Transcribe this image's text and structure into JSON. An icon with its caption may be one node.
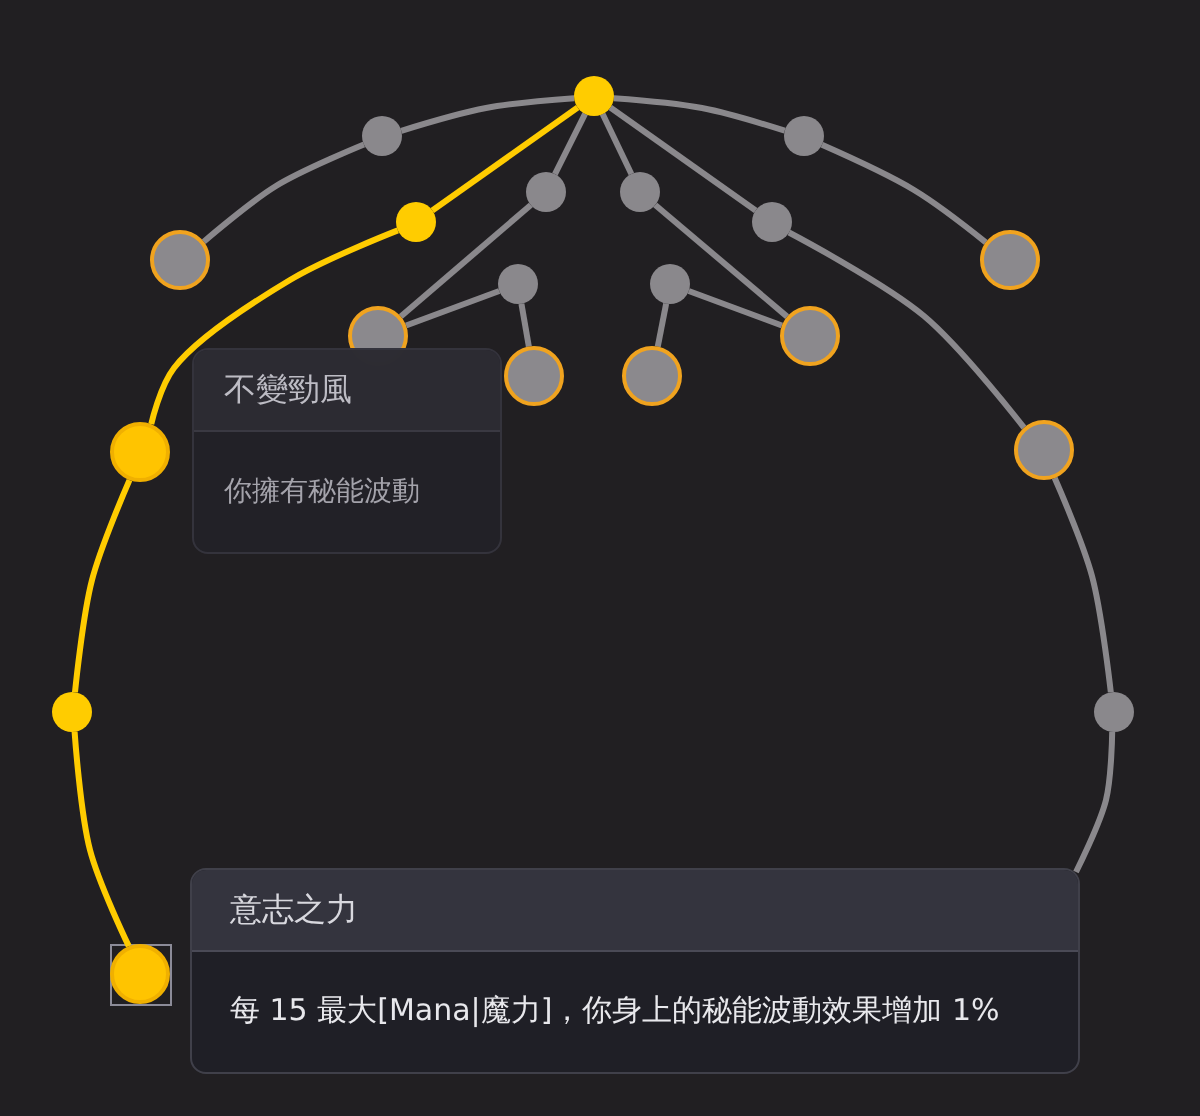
{
  "diagram": {
    "nodes": [
      {
        "text": [],
        "shape": "circle"
      },
      {
        "text": [],
        "shape": "circle"
      },
      {
        "text": [],
        "shape": "circle"
      },
      {
        "text": [],
        "shape": "circle"
      },
      {
        "text": [],
        "shape": "circle"
      },
      {
        "text": [],
        "shape": "circle"
      },
      {
        "text": [],
        "shape": "circle"
      },
      {
        "text": [],
        "shape": "circle"
      },
      {
        "text": [],
        "shape": "circle"
      },
      {
        "text": [],
        "shape": "circle"
      },
      {
        "text": [],
        "shape": "circle"
      },
      {
        "text": [],
        "shape": "circle"
      },
      {
        "text": [],
        "shape": "circle"
      },
      {
        "text": [
          "不變勁風",
          "你擁有秘能波動"
        ]
      },
      {
        "text": [],
        "shape": "circle"
      },
      {
        "text": [],
        "shape": "circle"
      },
      {
        "text": [],
        "shape": "circle"
      },
      {
        "text": [],
        "shape": "circle"
      },
      {
        "text": [],
        "shape": "circle"
      },
      {
        "text": [],
        "shape": "circle"
      },
      {
        "text": [
          "意志之力",
          "每 15 最大[Mana|魔力]，你身上的秘能波動效果增加 1%"
        ]
      },
      {
        "text": [],
        "shape": "circle"
      }
    ],
    "edges": [
      {
        "from": 0,
        "to": 1,
        "arrow": "none"
      },
      {
        "from": 1,
        "to": 7,
        "arrow": "none"
      },
      {
        "from": 0,
        "to": 2,
        "arrow": "none"
      },
      {
        "from": 2,
        "to": 8,
        "arrow": "none"
      },
      {
        "from": 0,
        "to": 3,
        "arrow": "none"
      },
      {
        "from": 3,
        "to": 11,
        "arrow": "none"
      },
      {
        "from": 11,
        "to": 9,
        "arrow": "none"
      },
      {
        "from": 9,
        "to": 14,
        "arrow": "none"
      },
      {
        "from": 0,
        "to": 4,
        "arrow": "none"
      },
      {
        "from": 4,
        "to": 12,
        "arrow": "none"
      },
      {
        "from": 12,
        "to": 10,
        "arrow": "none"
      },
      {
        "from": 10,
        "to": 15,
        "arrow": "none"
      },
      {
        "from": 0,
        "to": 6,
        "arrow": "none"
      },
      {
        "from": 6,
        "to": 16,
        "arrow": "none"
      },
      {
        "from": 16,
        "to": 19,
        "arrow": "none"
      },
      {
        "from": 19,
        "to": 20,
        "arrow": "none"
      },
      {
        "from": 0,
        "to": 5,
        "arrow": "none",
        "color": "#ffcc00"
      },
      {
        "from": 5,
        "to": 17,
        "arrow": "none",
        "color": "#ffcc00"
      },
      {
        "from": 17,
        "to": 18,
        "arrow": "none",
        "color": "#ffcc00"
      },
      {
        "from": 18,
        "to": 21,
        "arrow": "none",
        "color": "#ffcc00"
      }
    ]
  }
}
